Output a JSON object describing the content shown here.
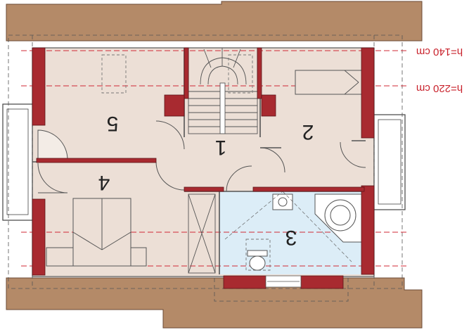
{
  "plan": {
    "rooms": [
      {
        "id": "room-1",
        "label": "1"
      },
      {
        "id": "room-2",
        "label": "2"
      },
      {
        "id": "room-3",
        "label": "3"
      },
      {
        "id": "room-4",
        "label": "4"
      },
      {
        "id": "room-5",
        "label": "5"
      }
    ],
    "legend": [
      {
        "id": "height-140",
        "label": "h=140 cm"
      },
      {
        "id": "height-220",
        "label": "h=220 cm"
      }
    ],
    "colors": {
      "roof": "#b48a68",
      "floor": "#ecdfd6",
      "bathroom": "#dcedf7",
      "wall": "#a82a30",
      "dimension_line": "#d02a35"
    }
  }
}
